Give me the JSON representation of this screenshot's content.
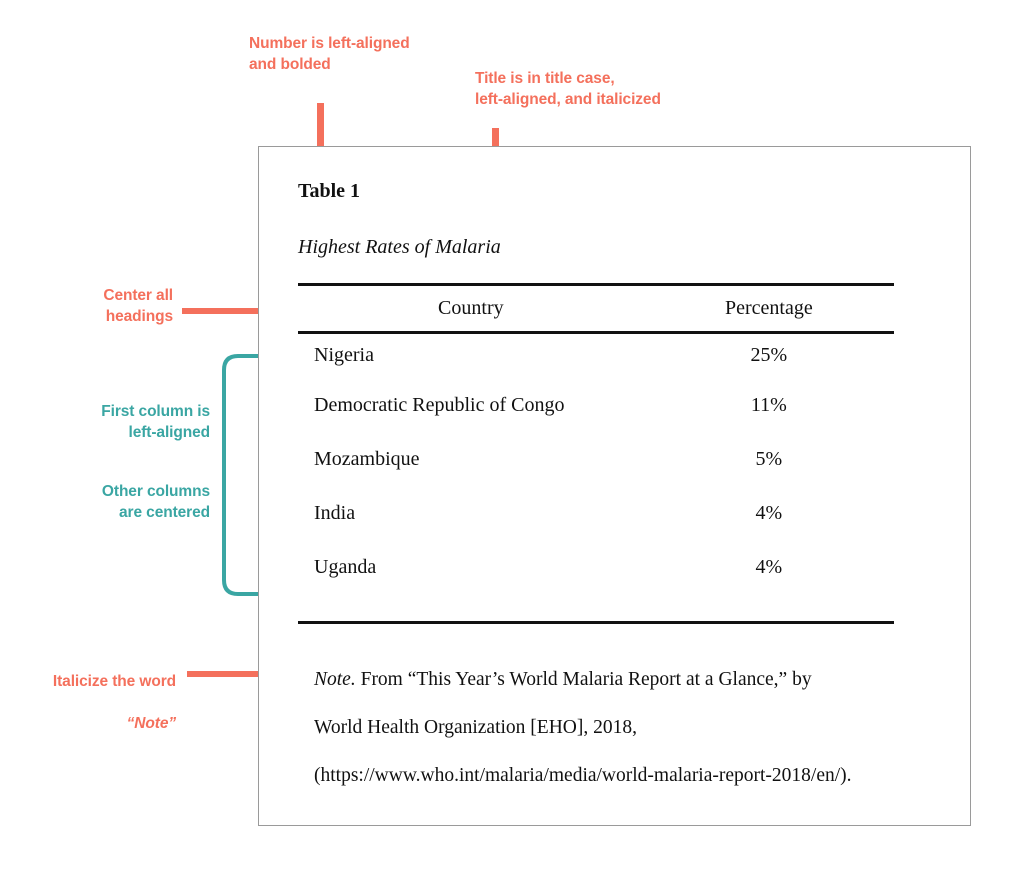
{
  "colors": {
    "annotation_orange": "#F4705C",
    "annotation_teal": "#3AA6A3",
    "box_border": "#9a9a9a",
    "rule": "#111111"
  },
  "annotations": {
    "number": "Number is left-aligned\nand bolded",
    "title": "Title is in title case,\nleft-aligned, and italicized",
    "headings": "Center all\nheadings",
    "first_column": "First column is\nleft-aligned",
    "other_columns": "Other columns\nare centered",
    "note_prefix": "Italicize the word",
    "note_word": "“Note”"
  },
  "table": {
    "number": "Table 1",
    "title": "Highest Rates of Malaria",
    "headers": [
      "Country",
      "Percentage"
    ],
    "rows": [
      {
        "country": "Nigeria",
        "percentage": "25%"
      },
      {
        "country": "Democratic Republic of Congo",
        "percentage": "11%"
      },
      {
        "country": "Mozambique",
        "percentage": "5%"
      },
      {
        "country": "India",
        "percentage": "4%"
      },
      {
        "country": "Uganda",
        "percentage": "4%"
      }
    ],
    "note": {
      "label": "Note.",
      "line1": " From “This Year’s World Malaria Report at a Glance,” by",
      "line2": "World Health Organization [EHO], 2018,",
      "line3": "(https://www.who.int/malaria/media/world-malaria-report-2018/en/)."
    }
  }
}
